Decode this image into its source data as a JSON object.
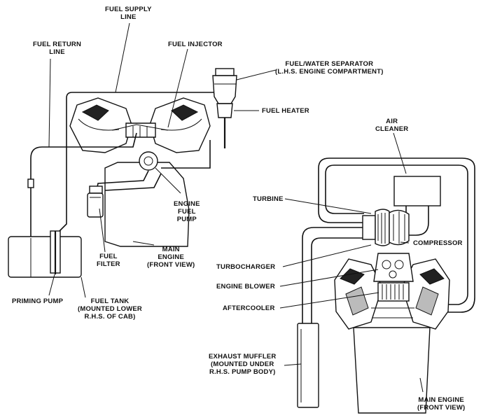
{
  "labels": {
    "fuel_supply_line": [
      "FUEL SUPPLY",
      "LINE"
    ],
    "fuel_return_line": [
      "FUEL RETURN",
      "LINE"
    ],
    "fuel_injector": [
      "FUEL INJECTOR"
    ],
    "fuel_water_separator": [
      "FUEL/WATER SEPARATOR",
      "(L.H.S. ENGINE COMPARTMENT)"
    ],
    "fuel_heater": [
      "FUEL HEATER"
    ],
    "air_cleaner": [
      "AIR",
      "CLEANER"
    ],
    "turbine": [
      "TURBINE"
    ],
    "engine_fuel_pump": [
      "ENGINE",
      "FUEL",
      "PUMP"
    ],
    "compressor": [
      "COMPRESSOR"
    ],
    "main_engine_left": [
      "MAIN",
      "ENGINE",
      "(FRONT VIEW)"
    ],
    "turbocharger": [
      "TURBOCHARGER"
    ],
    "fuel_filter": [
      "FUEL",
      "FILTER"
    ],
    "engine_blower": [
      "ENGINE BLOWER"
    ],
    "priming_pump": [
      "PRIMING PUMP"
    ],
    "aftercooler": [
      "AFTERCOOLER"
    ],
    "fuel_tank": [
      "FUEL TANK",
      "(MOUNTED LOWER",
      "R.H.S. OF CAB)"
    ],
    "exhaust_muffler": [
      "EXHAUST MUFFLER",
      "(MOUNTED UNDER",
      "R.H.S. PUMP BODY)"
    ],
    "main_engine_right": [
      "MAIN ENGINE",
      "(FRONT VIEW)"
    ]
  }
}
